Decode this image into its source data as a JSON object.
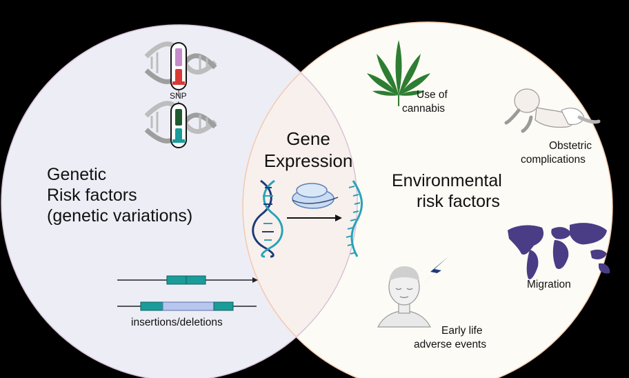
{
  "left_region": {
    "title_lines": [
      "Genetic",
      "Risk factors",
      "(genetic variations)"
    ],
    "snp_label": "SNP",
    "indel_label": "insertions/deletions"
  },
  "center_region": {
    "title_lines": [
      "Gene",
      "Expression"
    ]
  },
  "right_region": {
    "title_lines": [
      "Environmental",
      "risk factors"
    ],
    "factors": {
      "cannabis": [
        "Use of",
        "cannabis"
      ],
      "obstetric": [
        "Obstetric",
        "complications"
      ],
      "migration": "Migration",
      "adverse": [
        "Early life",
        "adverse events"
      ]
    }
  },
  "colors": {
    "background": "#000000",
    "left_circle": "#EDEDF6",
    "right_circle": "#FCFBF5",
    "overlap": "#F8F0EC",
    "left_outline": "#D8C2D8",
    "right_outline": "#F2C9AE",
    "cannabis_green": "#2E7D32",
    "map_purple": "#4B3C86",
    "dna_navy": "#1E3A78",
    "dna_teal": "#27A2B8",
    "indel_teal": "#1A9C9A",
    "indel_lavender": "#B6C6EE"
  }
}
